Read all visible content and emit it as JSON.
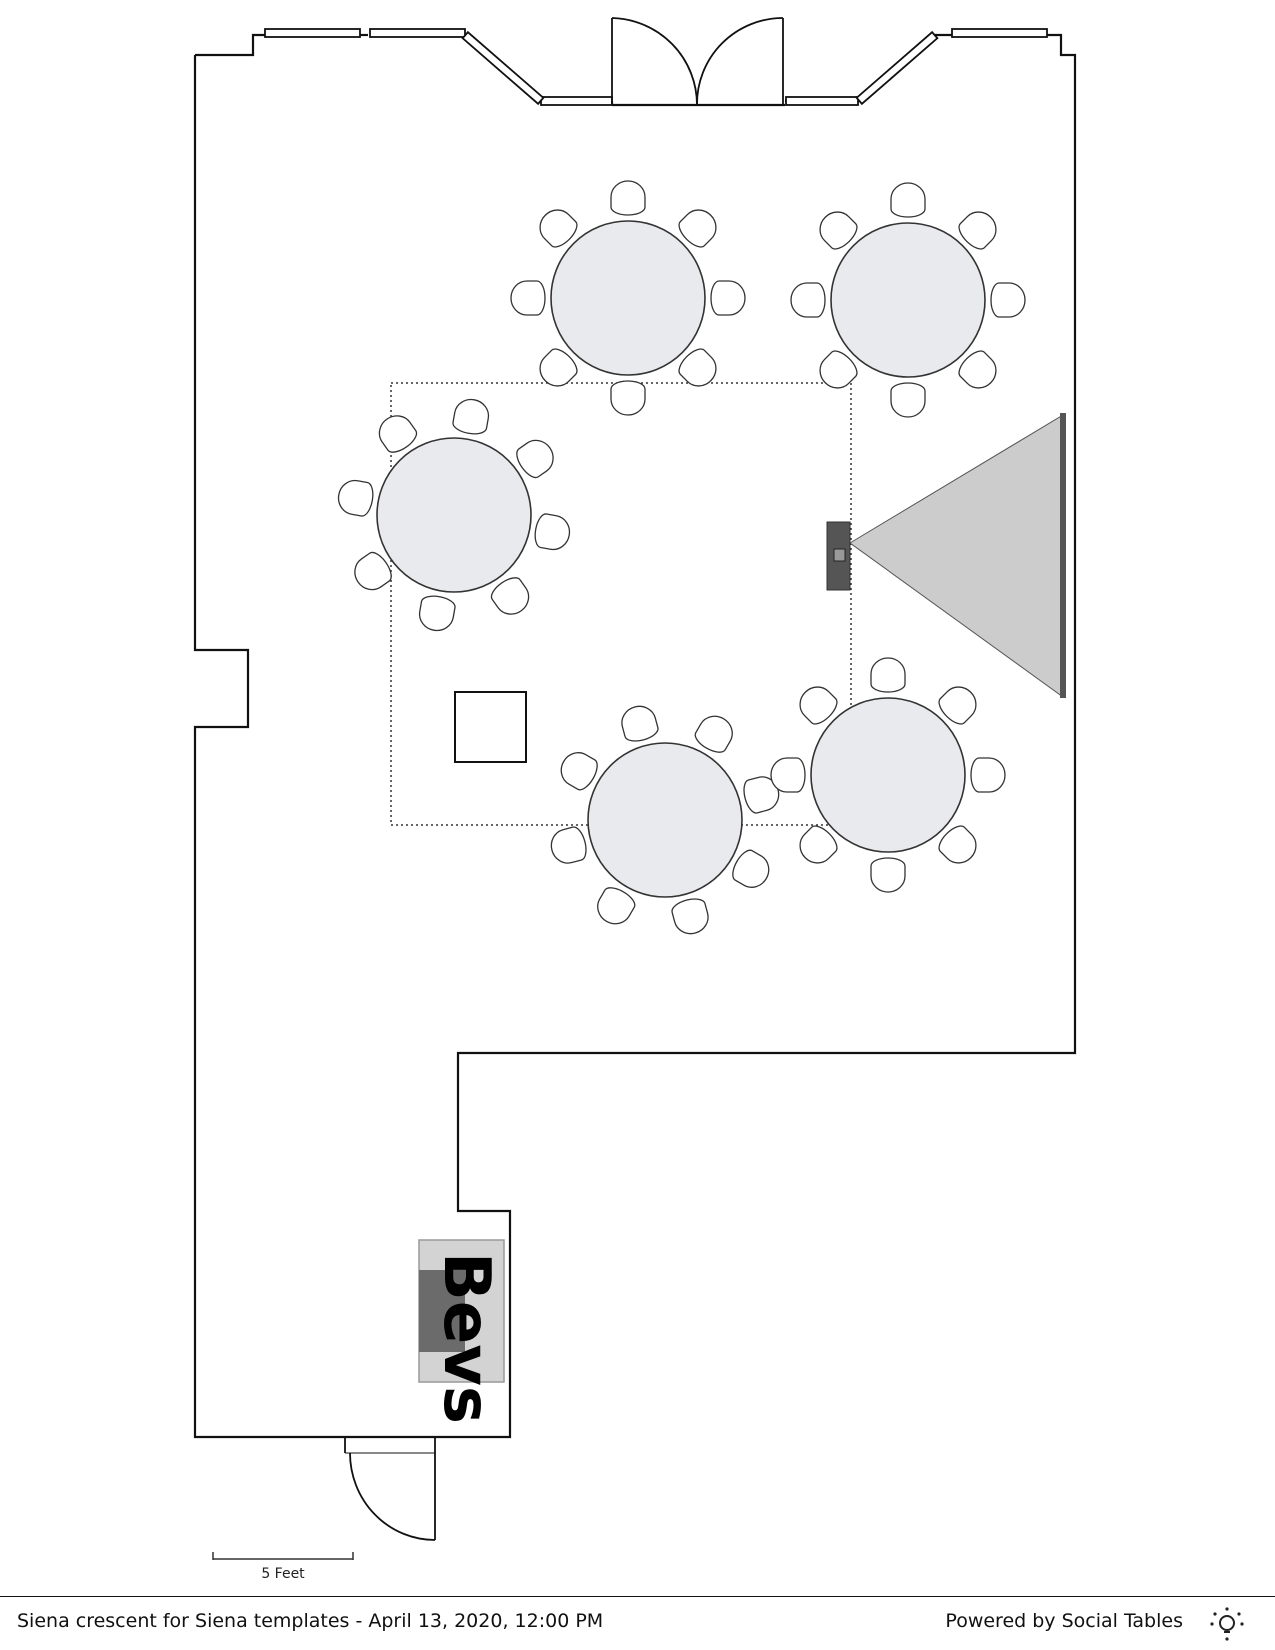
{
  "plan": {
    "sign_label": "Bevs",
    "scale_label": "5 Feet"
  },
  "footer": {
    "event_title": "Siena crescent for Siena templates - April 13, 2020, 12:00 PM",
    "powered_by": "Powered by Social Tables",
    "logo_icon": "lightbulb-icon"
  },
  "colors": {
    "wall": "#111111",
    "table_fill": "#e9eaee",
    "screen_fill": "#cccccc",
    "projector": "#555555"
  }
}
